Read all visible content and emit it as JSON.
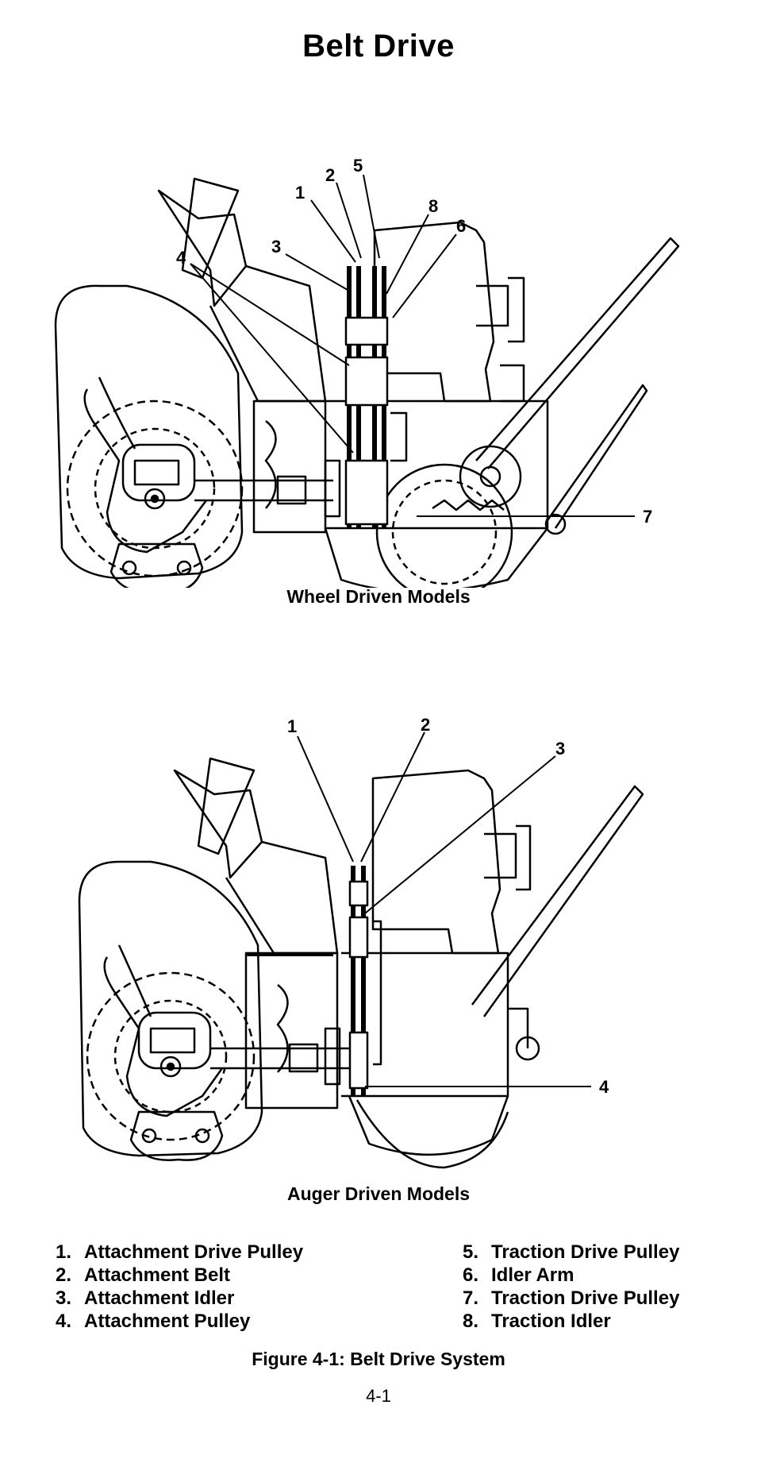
{
  "page": {
    "title": "Belt Drive",
    "figure_caption": "Figure 4-1: Belt Drive System",
    "page_number": "4-1"
  },
  "diagrams": [
    {
      "caption": "Wheel Driven Models",
      "callouts": [
        "1",
        "2",
        "3",
        "4",
        "5",
        "6",
        "7",
        "8"
      ]
    },
    {
      "caption": "Auger Driven Models",
      "callouts": [
        "1",
        "2",
        "3",
        "4"
      ]
    }
  ],
  "legend": {
    "left": [
      {
        "num": "1.",
        "label": "Attachment Drive Pulley"
      },
      {
        "num": "2.",
        "label": "Attachment Belt"
      },
      {
        "num": "3.",
        "label": "Attachment Idler"
      },
      {
        "num": "4.",
        "label": "Attachment Pulley"
      }
    ],
    "right": [
      {
        "num": "5.",
        "label": "Traction Drive Pulley"
      },
      {
        "num": "6.",
        "label": "Idler Arm"
      },
      {
        "num": "7.",
        "label": "Traction Drive Pulley"
      },
      {
        "num": "8.",
        "label": "Traction Idler"
      }
    ]
  }
}
